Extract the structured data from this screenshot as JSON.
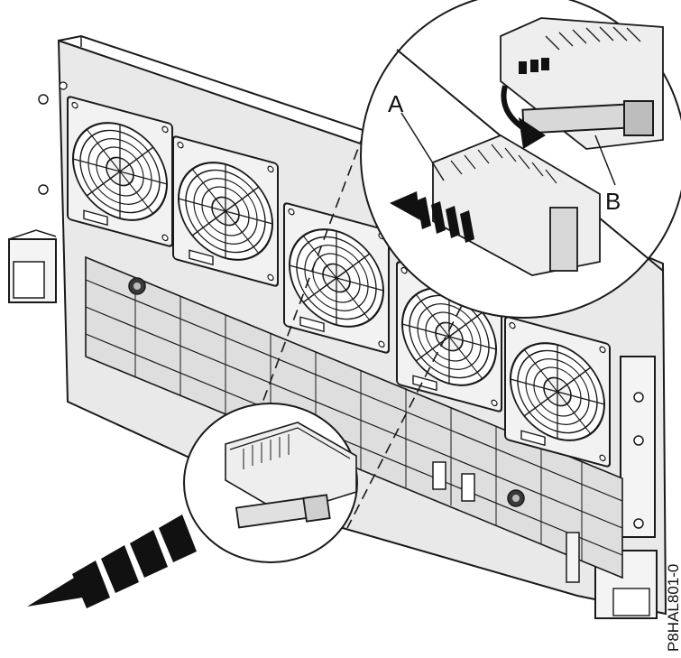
{
  "figure": {
    "callouts": {
      "a": "A",
      "b": "B"
    },
    "figure_id": "P8HAL801-0",
    "line_color": "#1a1a1a",
    "face_color": "#e9e9e9",
    "shadow_color": "#bdbdbd"
  }
}
